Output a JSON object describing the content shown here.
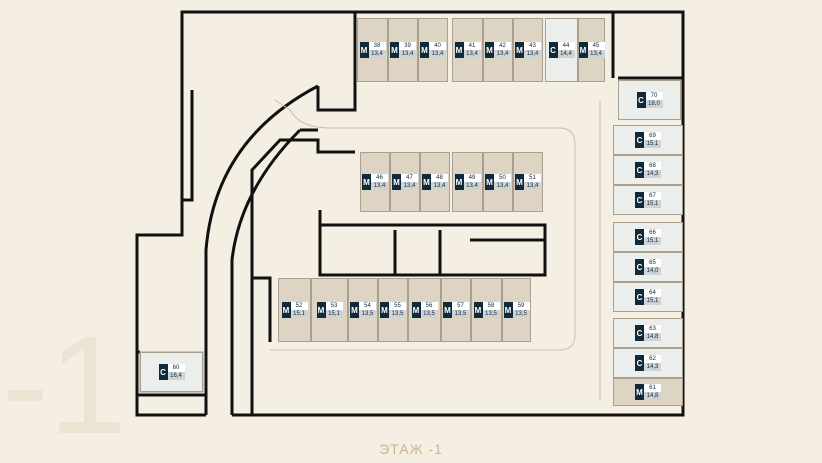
{
  "floor_title": "ЭТАЖ -1",
  "watermark": "-1",
  "colors": {
    "background": "#f5eee2",
    "spot_m": "#ddd4c3",
    "spot_c": "#eceeec",
    "badge": "#0f2a3a",
    "title": "#c9b68d"
  },
  "spots": [
    {
      "type": "M",
      "num": "38",
      "area": "13,4"
    },
    {
      "type": "M",
      "num": "39",
      "area": "13,4"
    },
    {
      "type": "M",
      "num": "40",
      "area": "13,4"
    },
    {
      "type": "M",
      "num": "41",
      "area": "13,4"
    },
    {
      "type": "M",
      "num": "42",
      "area": "13,4"
    },
    {
      "type": "M",
      "num": "43",
      "area": "13,4"
    },
    {
      "type": "C",
      "num": "44",
      "area": "14,4"
    },
    {
      "type": "M",
      "num": "45",
      "area": "13,4"
    },
    {
      "type": "M",
      "num": "46",
      "area": "13,4"
    },
    {
      "type": "M",
      "num": "47",
      "area": "13,4"
    },
    {
      "type": "M",
      "num": "48",
      "area": "13,4"
    },
    {
      "type": "M",
      "num": "49",
      "area": "13,4"
    },
    {
      "type": "M",
      "num": "50",
      "area": "13,4"
    },
    {
      "type": "M",
      "num": "51",
      "area": "13,4"
    },
    {
      "type": "M",
      "num": "52",
      "area": "15,1"
    },
    {
      "type": "M",
      "num": "53",
      "area": "15,1"
    },
    {
      "type": "M",
      "num": "54",
      "area": "13,5"
    },
    {
      "type": "M",
      "num": "55",
      "area": "13,5"
    },
    {
      "type": "M",
      "num": "56",
      "area": "13,5"
    },
    {
      "type": "M",
      "num": "57",
      "area": "13,5"
    },
    {
      "type": "M",
      "num": "58",
      "area": "13,5"
    },
    {
      "type": "M",
      "num": "59",
      "area": "13,5"
    },
    {
      "type": "C",
      "num": "60",
      "area": "16,4"
    },
    {
      "type": "M",
      "num": "61",
      "area": "14,8"
    },
    {
      "type": "C",
      "num": "62",
      "area": "14,3"
    },
    {
      "type": "C",
      "num": "63",
      "area": "14,8"
    },
    {
      "type": "C",
      "num": "64",
      "area": "15,1"
    },
    {
      "type": "C",
      "num": "65",
      "area": "14,0"
    },
    {
      "type": "C",
      "num": "66",
      "area": "15,1"
    },
    {
      "type": "C",
      "num": "67",
      "area": "15,1"
    },
    {
      "type": "C",
      "num": "68",
      "area": "14,3"
    },
    {
      "type": "C",
      "num": "69",
      "area": "15,1"
    },
    {
      "type": "C",
      "num": "70",
      "area": "18,0"
    }
  ]
}
